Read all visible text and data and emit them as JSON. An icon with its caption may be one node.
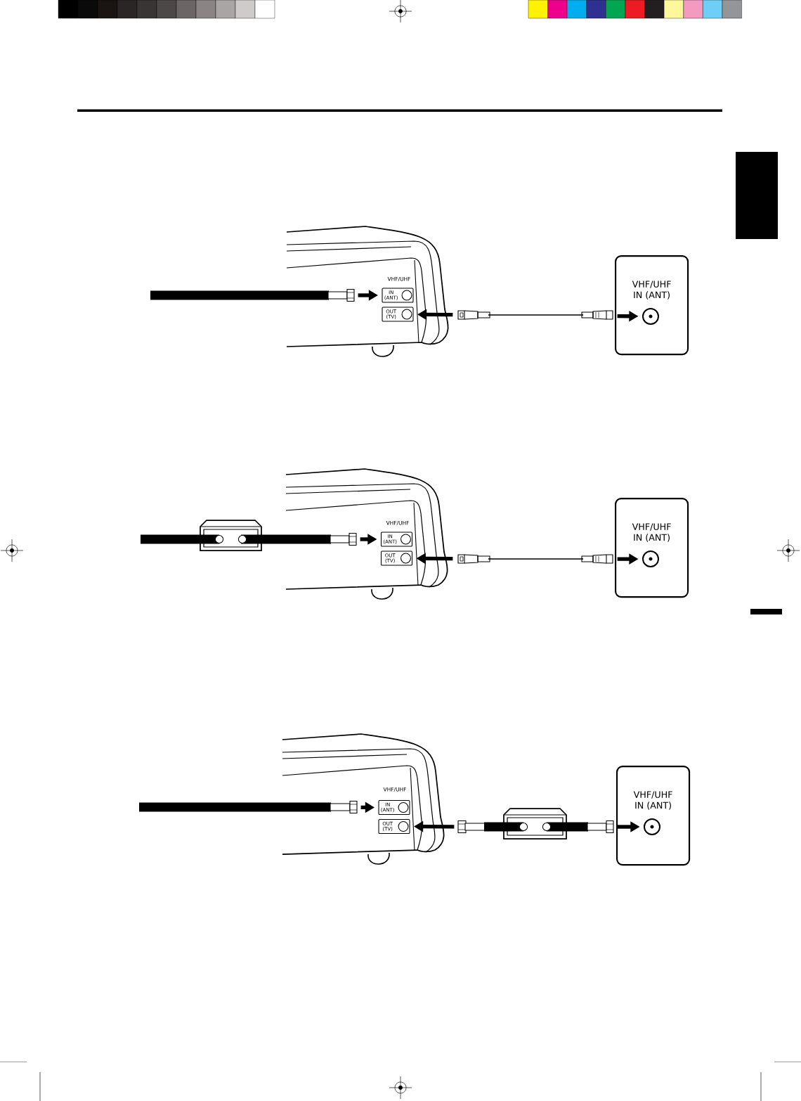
{
  "diagram": {
    "nodes": [
      {
        "text": [],
        "shape": "cable"
      },
      {
        "text": [
          "IN (ANT)"
        ]
      },
      {
        "text": [
          "OUT (TV)"
        ]
      },
      {
        "text": [],
        "shape": "cable"
      },
      {
        "text": [
          "VHF/UHF IN (ANT)"
        ]
      },
      {
        "text": [],
        "shape": "circle",
        "in": 4
      },
      {
        "text": [],
        "shape": "cable"
      },
      {
        "text": [],
        "shape": "box"
      },
      {
        "text": [],
        "shape": "cable"
      },
      {
        "text": [
          "IN (ANT)"
        ]
      },
      {
        "text": [
          "OUT (TV)"
        ]
      },
      {
        "text": [],
        "shape": "cable"
      },
      {
        "text": [
          "VHF/UHF IN (ANT)"
        ]
      },
      {
        "text": [],
        "shape": "circle",
        "in": 12
      },
      {
        "text": [],
        "shape": "cable"
      },
      {
        "text": [
          "IN (ANT)"
        ]
      },
      {
        "text": [
          "OUT (TV)"
        ]
      },
      {
        "text": [],
        "shape": "cable"
      },
      {
        "text": [],
        "shape": "box"
      },
      {
        "text": [],
        "shape": "cable"
      },
      {
        "text": [
          "VHF/UHF IN (ANT)"
        ]
      },
      {
        "text": [],
        "shape": "circle",
        "in": 20
      }
    ],
    "edges": [
      {
        "from": 0,
        "to": 1,
        "arrow": "to"
      },
      {
        "from": 3,
        "to": 2,
        "arrow": "to"
      },
      {
        "from": 3,
        "to": 5,
        "arrow": "to"
      },
      {
        "from": 8,
        "to": 9,
        "arrow": "to"
      },
      {
        "from": 11,
        "to": 10,
        "arrow": "to"
      },
      {
        "from": 11,
        "to": 13,
        "arrow": "to"
      },
      {
        "from": 14,
        "to": 15,
        "arrow": "to"
      },
      {
        "from": 17,
        "to": 16,
        "arrow": "to"
      },
      {
        "from": 19,
        "to": 21,
        "arrow": "to"
      }
    ],
    "labels": [
      "VHF/UHF",
      "VHF/UHF",
      "VHF/UHF"
    ]
  }
}
